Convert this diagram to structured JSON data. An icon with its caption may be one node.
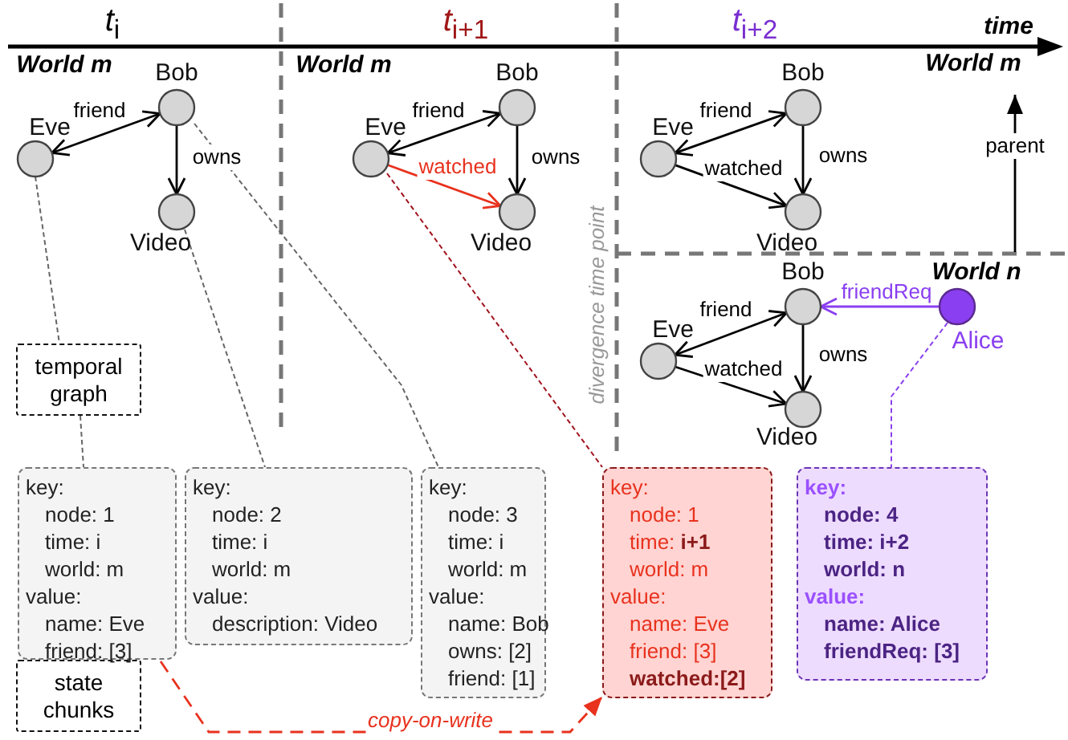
{
  "diagram": {
    "nodes": [
      {
        "text": [
          "Bob"
        ]
      },
      {
        "text": [
          "Eve"
        ]
      },
      {
        "text": [
          "Video"
        ]
      },
      {
        "text": [
          "Bob"
        ]
      },
      {
        "text": [
          "Eve"
        ]
      },
      {
        "text": [
          "Video"
        ]
      },
      {
        "text": [
          "Bob"
        ]
      },
      {
        "text": [
          "Eve"
        ]
      },
      {
        "text": [
          "Video"
        ]
      },
      {
        "text": [
          "Bob"
        ]
      },
      {
        "text": [
          "Eve"
        ]
      },
      {
        "text": [
          "Video"
        ]
      },
      {
        "text": [
          "Alice"
        ]
      },
      {
        "text": [
          "World m"
        ]
      },
      {
        "text": [
          "World n"
        ]
      },
      {
        "text": [
          "temporal graph"
        ]
      },
      {
        "text": [
          "state chunks"
        ]
      },
      {
        "text": [
          "key:",
          "node: 1",
          "time: i",
          "world: m",
          "value:",
          "name: Eve",
          "friend: [3]"
        ]
      },
      {
        "text": [
          "key:",
          "node: 2",
          "time: i",
          "world: m",
          "value:",
          "description: Video"
        ]
      },
      {
        "text": [
          "key:",
          "node: 3",
          "time: i",
          "world: m",
          "value:",
          "name: Bob",
          "owns: [2]",
          "friend: [1]"
        ]
      },
      {
        "text": [
          "key:",
          "node: 1",
          "time: **i+1**",
          "world: m",
          "value:",
          "name: Eve",
          "friend: [3]",
          "**watched:[2]**"
        ]
      },
      {
        "text": [
          "key:",
          "node: 4",
          "time: i+2",
          "world: n",
          "value:",
          "name: Alice",
          "friendReq: [3]"
        ]
      }
    ],
    "edges": [
      {
        "from": 0,
        "to": 1,
        "arrow": "both",
        "label": "friend"
      },
      {
        "from": 0,
        "to": 2,
        "arrow": "to",
        "label": "owns"
      },
      {
        "from": 3,
        "to": 4,
        "arrow": "both",
        "label": "friend"
      },
      {
        "from": 3,
        "to": 5,
        "arrow": "to",
        "label": "owns"
      },
      {
        "from": 4,
        "to": 5,
        "arrow": "to",
        "label": "watched",
        "color": "#e8321e"
      },
      {
        "from": 6,
        "to": 7,
        "arrow": "both",
        "label": "friend"
      },
      {
        "from": 6,
        "to": 8,
        "arrow": "to",
        "label": "owns"
      },
      {
        "from": 7,
        "to": 8,
        "arrow": "to",
        "label": "watched"
      },
      {
        "from": 9,
        "to": 10,
        "arrow": "both",
        "label": "friend"
      },
      {
        "from": 9,
        "to": 11,
        "arrow": "to",
        "label": "owns"
      },
      {
        "from": 10,
        "to": 11,
        "arrow": "to",
        "label": "watched"
      },
      {
        "from": 12,
        "to": 9,
        "arrow": "to",
        "label": "friendReq",
        "color": "#8a3ff0"
      },
      {
        "from": 14,
        "to": 13,
        "arrow": "to",
        "label": "parent"
      },
      {
        "from": 1,
        "to": 15,
        "arrow": "none",
        "style": "dashed",
        "color": "#666666"
      },
      {
        "from": 15,
        "to": 17,
        "arrow": "none",
        "style": "dashed",
        "color": "#666666"
      },
      {
        "from": 2,
        "to": 18,
        "arrow": "none",
        "style": "dashed",
        "color": "#666666"
      },
      {
        "from": 0,
        "to": 19,
        "arrow": "none",
        "style": "dashed",
        "color": "#666666"
      },
      {
        "from": 4,
        "to": 20,
        "arrow": "none",
        "style": "dashed",
        "color": "#a0141e"
      },
      {
        "from": 12,
        "to": 21,
        "arrow": "none",
        "style": "dashed",
        "color": "#8a3ff0"
      },
      {
        "from": 17,
        "to": 20,
        "arrow": "to",
        "style": "dashed",
        "color": "#e8321e",
        "label": "copy-on-write"
      }
    ],
    "labels": [
      "t$_{i}$",
      "t$_{i+1}$",
      "t$_{i+2}$",
      "time",
      "World m",
      "World m",
      "divergence time point"
    ]
  }
}
